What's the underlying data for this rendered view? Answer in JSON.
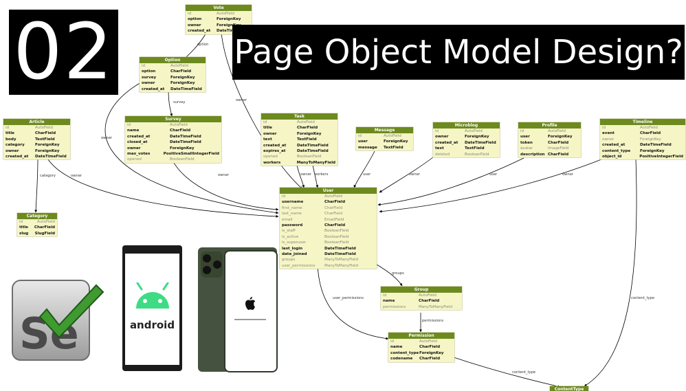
{
  "thumbnail": {
    "number": "02",
    "title": "Page Object Model Design?",
    "android_text": "android",
    "selenium_text": "Se",
    "colors": {
      "header": "#6d8a1f",
      "table_bg": "#f5f5c6",
      "banner_bg": "#000000",
      "banner_text": "#ffffff"
    }
  },
  "entities": {
    "vote": {
      "title": "Vote",
      "rows": [
        [
          "id",
          "AutoField",
          1
        ],
        [
          "option",
          "ForeignKey",
          0
        ],
        [
          "owner",
          "ForeignKey",
          0
        ],
        [
          "created_at",
          "DateTimeField",
          0
        ]
      ]
    },
    "option": {
      "title": "Option",
      "rows": [
        [
          "id",
          "AutoField",
          1
        ],
        [
          "option",
          "CharField",
          0
        ],
        [
          "survey",
          "ForeignKey",
          0
        ],
        [
          "owner",
          "ForeignKey",
          0
        ],
        [
          "created_at",
          "DateTimeField",
          0
        ]
      ]
    },
    "survey": {
      "title": "Survey",
      "rows": [
        [
          "id",
          "AutoField",
          1
        ],
        [
          "name",
          "CharField",
          0
        ],
        [
          "created_at",
          "DateTimeField",
          0
        ],
        [
          "closed_at",
          "DateTimeField",
          0
        ],
        [
          "owner",
          "ForeignKey",
          0
        ],
        [
          "max_votes",
          "PositiveSmallIntegerField",
          0
        ],
        [
          "opened",
          "BooleanField",
          1
        ]
      ]
    },
    "article": {
      "title": "Article",
      "rows": [
        [
          "id",
          "AutoField",
          1
        ],
        [
          "title",
          "CharField",
          0
        ],
        [
          "body",
          "TextField",
          0
        ],
        [
          "category",
          "ForeignKey",
          0
        ],
        [
          "owner",
          "ForeignKey",
          0
        ],
        [
          "created_at",
          "DateTimeField",
          0
        ]
      ]
    },
    "category": {
      "title": "Category",
      "rows": [
        [
          "id",
          "AutoField",
          1
        ],
        [
          "title",
          "CharField",
          0
        ],
        [
          "slug",
          "SlugField",
          0
        ]
      ]
    },
    "task": {
      "title": "Task",
      "rows": [
        [
          "id",
          "AutoField",
          1
        ],
        [
          "title",
          "CharField",
          0
        ],
        [
          "owner",
          "ForeignKey",
          0
        ],
        [
          "text",
          "TextField",
          0
        ],
        [
          "created_at",
          "DateTimeField",
          0
        ],
        [
          "expires_at",
          "DateTimeField",
          0
        ],
        [
          "opened",
          "BooleanField",
          1
        ],
        [
          "workers",
          "ManyToManyField",
          0
        ]
      ]
    },
    "message": {
      "title": "Message",
      "rows": [
        [
          "id",
          "AutoField",
          1
        ],
        [
          "user",
          "ForeignKey",
          0
        ],
        [
          "message",
          "TextField",
          0
        ]
      ]
    },
    "microblog": {
      "title": "Microblog",
      "rows": [
        [
          "id",
          "AutoField",
          1
        ],
        [
          "owner",
          "ForeignKey",
          0
        ],
        [
          "created_at",
          "DateTimeField",
          0
        ],
        [
          "text",
          "TextField",
          0
        ],
        [
          "deleted",
          "BooleanField",
          1
        ]
      ]
    },
    "profile": {
      "title": "Profile",
      "rows": [
        [
          "id",
          "AutoField",
          1
        ],
        [
          "user",
          "ForeignKey",
          0
        ],
        [
          "token",
          "CharField",
          0
        ],
        [
          "avatar",
          "ImageField",
          1
        ],
        [
          "description",
          "CharField",
          0
        ]
      ]
    },
    "timeline": {
      "title": "Timeline",
      "rows": [
        [
          "id",
          "AutoField",
          1
        ],
        [
          "event",
          "CharField",
          0
        ],
        [
          "owner",
          "ForeignKey",
          1
        ],
        [
          "created_at",
          "DateTimeField",
          0
        ],
        [
          "content_type",
          "ForeignKey",
          0
        ],
        [
          "object_id",
          "PositiveIntegerField",
          0
        ]
      ]
    },
    "user": {
      "title": "User",
      "rows": [
        [
          "id",
          "AutoField",
          1
        ],
        [
          "username",
          "CharField",
          0
        ],
        [
          "first_name",
          "CharField",
          1
        ],
        [
          "last_name",
          "CharField",
          1
        ],
        [
          "email",
          "EmailField",
          1
        ],
        [
          "password",
          "CharField",
          0
        ],
        [
          "is_staff",
          "BooleanField",
          1
        ],
        [
          "is_active",
          "BooleanField",
          1
        ],
        [
          "is_superuser",
          "BooleanField",
          1
        ],
        [
          "last_login",
          "DateTimeField",
          0
        ],
        [
          "date_joined",
          "DateTimeField",
          0
        ],
        [
          "groups",
          "ManyToManyField",
          1
        ],
        [
          "user_permissions",
          "ManyToManyField",
          1
        ]
      ]
    },
    "group": {
      "title": "Group",
      "rows": [
        [
          "id",
          "AutoField",
          1
        ],
        [
          "name",
          "CharField",
          0
        ],
        [
          "permissions",
          "ManyToManyField",
          1
        ]
      ]
    },
    "permission": {
      "title": "Permission",
      "rows": [
        [
          "id",
          "AutoField",
          1
        ],
        [
          "name",
          "CharField",
          0
        ],
        [
          "content_type",
          "ForeignKey",
          0
        ],
        [
          "codename",
          "CharField",
          0
        ]
      ]
    },
    "contenttype": {
      "title": "ContentType",
      "rows": []
    }
  },
  "edge_labels": {
    "option": "option",
    "survey": "survey",
    "owner": "owner",
    "category": "category",
    "workers": "workers",
    "user": "user",
    "groups": "groups",
    "user_permissions": "user_permissions",
    "permissions": "permissions",
    "content_type": "content_type"
  }
}
